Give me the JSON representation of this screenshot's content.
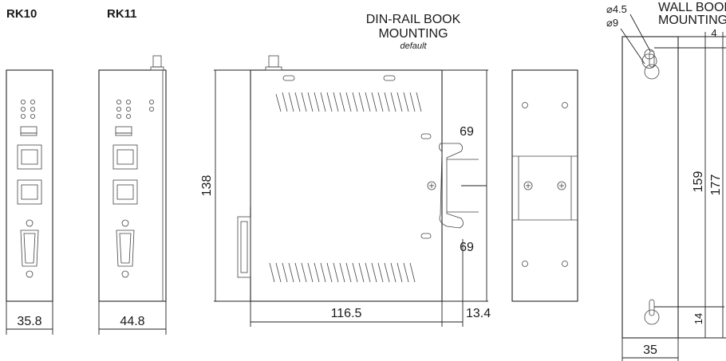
{
  "labels": {
    "rk10": "RK10",
    "rk11": "RK11",
    "din_title_1": "DIN-RAIL BOOK",
    "din_title_2": "MOUNTING",
    "din_default": "default",
    "wall_title_1": "WALL BOOK",
    "wall_title_2": "MOUNTING"
  },
  "dimensions": {
    "rk10_width": "35.8",
    "rk11_width": "44.8",
    "height_138": "138",
    "depth_116": "116.5",
    "rail_13": "13.4",
    "upper_69": "69",
    "lower_69": "69",
    "hole_small": "⌀4.5",
    "hole_large": "⌀9",
    "top_4": "4",
    "span_159": "159",
    "total_177": "177",
    "bottom_14": "14",
    "plate_35": "35"
  }
}
